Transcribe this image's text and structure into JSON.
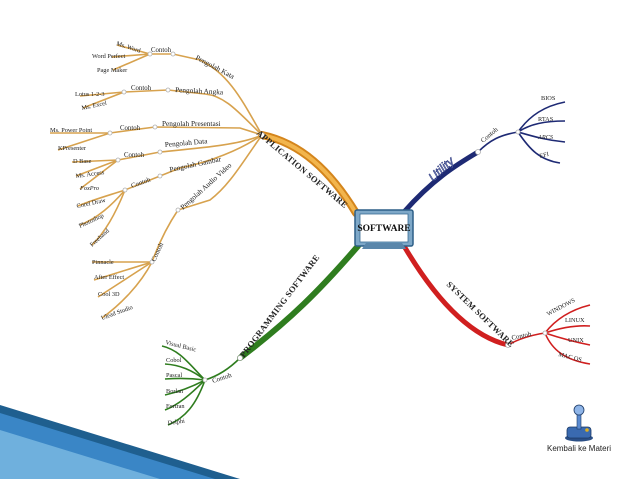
{
  "center": {
    "label": "SOFTWARE"
  },
  "branches": {
    "application": {
      "label": "APPLICATION SOFTWARE",
      "color": "#e39a2b",
      "groups": {
        "kata": {
          "label": "Pengolah Kata",
          "contoh": "Contoh",
          "items": [
            "Ms. Word",
            "Word Perfect",
            "Page Maker"
          ]
        },
        "angka": {
          "label": "Pengolah Angka",
          "contoh": "Contoh",
          "items": [
            "Lotus 1-2-3",
            "Ms. Excel"
          ]
        },
        "presentasi": {
          "label": "Pengolah Presentasi",
          "contoh": "Contoh",
          "items": [
            "Ms. Power Point",
            "KPresenter"
          ]
        },
        "data": {
          "label": "Pengolah Data",
          "contoh": "Contoh",
          "items": [
            "D Base",
            "Ms. Access",
            "FoxPro"
          ]
        },
        "gambar": {
          "label": "Pengolah Gambar",
          "contoh": "Contoh",
          "items": [
            "Corel Draw",
            "Photoshop",
            "Freehand"
          ]
        },
        "audio": {
          "label": "Pengolah Audio Video",
          "contoh": "Contoh",
          "items": [
            "Pinnacle",
            "After Effect",
            "Cool 3D",
            "Ulead Studio"
          ]
        }
      }
    },
    "utility": {
      "label": "Utility",
      "contoh": "Contoh",
      "color": "#1e2a74",
      "items": [
        "BIOS",
        "RTAS",
        "ARCS",
        "EFI"
      ]
    },
    "system": {
      "label": "SYSTEM SOFTWARE",
      "contoh": "Contoh",
      "color": "#d01f1f",
      "items": [
        "WINDOWS",
        "LINUX",
        "UNIX",
        "MAC OS"
      ]
    },
    "programming": {
      "label": "PROGRAMMING SOFTWARE",
      "contoh": "Contoh",
      "color": "#2f7d1f",
      "items": [
        "Visual Basic",
        "Cobol",
        "Pascal",
        "Borlan",
        "Fortran",
        "Delphi"
      ]
    }
  },
  "back_link": {
    "label": "Kembali ke Materi",
    "icon": "joystick-icon"
  },
  "colors": {
    "tan": "#d7a24e",
    "accent_blue": "#3a86c6"
  }
}
